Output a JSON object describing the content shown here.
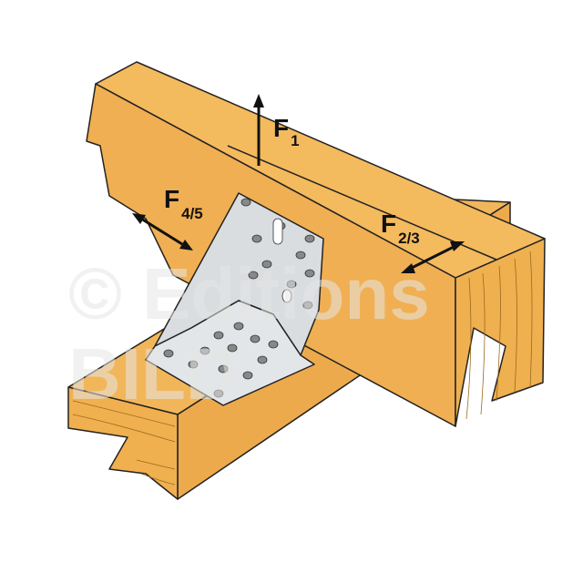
{
  "labels": {
    "f1_main": "F",
    "f1_sub": "1",
    "f45_main": "F",
    "f45_sub": "4/5",
    "f23_main": "F",
    "f23_sub": "2/3"
  },
  "watermark": {
    "line1": "© Editions",
    "line2": "BILD"
  },
  "colors": {
    "wood": "#F2B65A",
    "wood_dark": "#E8A646",
    "steel": "#D9DDE0",
    "line": "#1a1a1a"
  }
}
